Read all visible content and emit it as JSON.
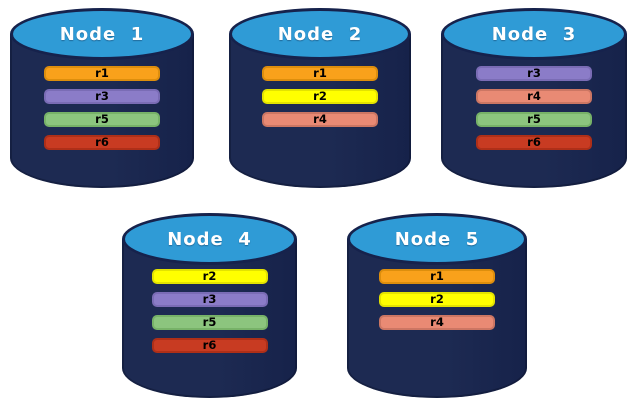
{
  "nodes": [
    {
      "id": "node-1",
      "label": "Node  1",
      "replicas": [
        "r1",
        "r3",
        "r5",
        "r6"
      ]
    },
    {
      "id": "node-2",
      "label": "Node  2",
      "replicas": [
        "r1",
        "r2",
        "r4"
      ]
    },
    {
      "id": "node-3",
      "label": "Node  3",
      "replicas": [
        "r3",
        "r4",
        "r5",
        "r6"
      ]
    },
    {
      "id": "node-4",
      "label": "Node  4",
      "replicas": [
        "r2",
        "r3",
        "r5",
        "r6"
      ]
    },
    {
      "id": "node-5",
      "label": "Node  5",
      "replicas": [
        "r1",
        "r2",
        "r4"
      ]
    }
  ],
  "replica_colors": {
    "r1": {
      "fill": "#F9A11B",
      "border": "#DD8E0D"
    },
    "r2": {
      "fill": "#FFFF00",
      "border": "#E3E300"
    },
    "r3": {
      "fill": "#8B7CC8",
      "border": "#7A6CB5"
    },
    "r4": {
      "fill": "#E98A74",
      "border": "#CC7663"
    },
    "r5": {
      "fill": "#8CC57E",
      "border": "#77B268"
    },
    "r6": {
      "fill": "#C83B22",
      "border": "#AE2F18"
    }
  },
  "palette": {
    "cylinder_body": "#1D2A52",
    "cylinder_body_dark": "#16224A",
    "cylinder_top": "#2F9BD6",
    "cylinder_outline": "#16224C",
    "node_label_color": "#FFFFFF",
    "bar_text_color": "#000000",
    "canvas_background": "#FFFFFF"
  }
}
